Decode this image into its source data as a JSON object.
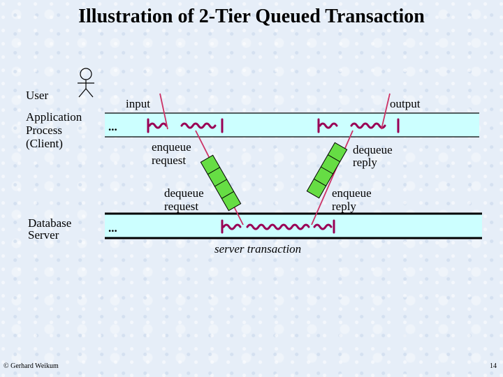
{
  "title": "Illustration of 2-Tier Queued Transaction",
  "actors": {
    "user": "User",
    "client_line1": "Application",
    "client_line2": "Process",
    "client_line3": "(Client)",
    "server_line1": "Database",
    "server_line2": "Server"
  },
  "client_lane": {
    "ellipsis": "...",
    "input": "input",
    "output": "output",
    "enqueue_request_1": "enqueue",
    "enqueue_request_2": "request",
    "dequeue_reply_1": "dequeue",
    "dequeue_reply_2": "reply"
  },
  "server_lane": {
    "ellipsis": "...",
    "dequeue_request_1": "dequeue",
    "dequeue_request_2": "request",
    "enqueue_reply_1": "enqueue",
    "enqueue_reply_2": "reply",
    "server_transaction": "server transaction"
  },
  "footer": {
    "credit": "© Gerhard Weikum",
    "page": "14"
  },
  "colors": {
    "lane_fill": "#ccffff",
    "queue_fill": "#66dd44",
    "transaction_marker": "#990055",
    "arrow": "#cc3366",
    "background": "#e6eef8"
  }
}
